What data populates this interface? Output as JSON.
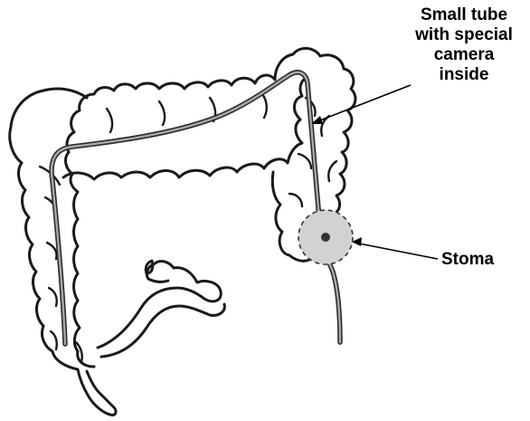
{
  "labels": {
    "tube": [
      "Small tube",
      "with special",
      "camera",
      "inside"
    ],
    "stoma": "Stoma"
  },
  "colors": {
    "outline": "#1a1a1a",
    "tube_fill": "#a7a7a7",
    "stoma_fill": "#d2d2d2"
  }
}
